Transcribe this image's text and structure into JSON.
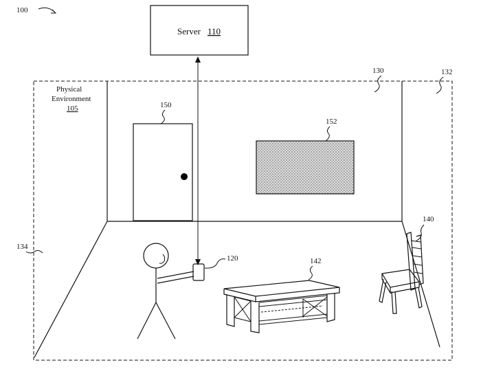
{
  "figure": {
    "ref_main": "100",
    "server": {
      "label": "Server",
      "ref": "110"
    },
    "environment": {
      "line1": "Physical",
      "line2": "Environment",
      "ref": "105"
    },
    "refs": {
      "wall": "130",
      "boundary": "132",
      "floor": "134",
      "chair": "140",
      "table": "142",
      "door": "150",
      "painting": "152",
      "device": "120"
    }
  }
}
